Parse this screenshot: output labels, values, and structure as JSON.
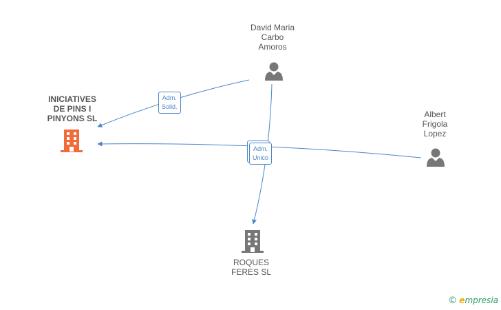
{
  "nodes": {
    "iniciatives": {
      "label": "INICIATIVES\nDE PINS I\nPINYONS  SL",
      "type": "company",
      "color": "#f26b3a"
    },
    "roques": {
      "label": "ROQUES\nFERES  SL",
      "type": "company",
      "color": "#777777"
    },
    "david": {
      "label": "David Maria\nCarbo\nAmoros",
      "type": "person",
      "color": "#777777"
    },
    "albert": {
      "label": "Albert\nFrigola\nLopez",
      "type": "person",
      "color": "#777777"
    }
  },
  "edges": {
    "david_iniciatives": {
      "label": "Adm.\nSolid."
    },
    "unico": {
      "label": "Adm.\nUnico"
    }
  },
  "colors": {
    "edge": "#4a86c8",
    "text": "#555555"
  },
  "brand": {
    "copyright": "©",
    "e": "e",
    "rest": "mpresia"
  }
}
